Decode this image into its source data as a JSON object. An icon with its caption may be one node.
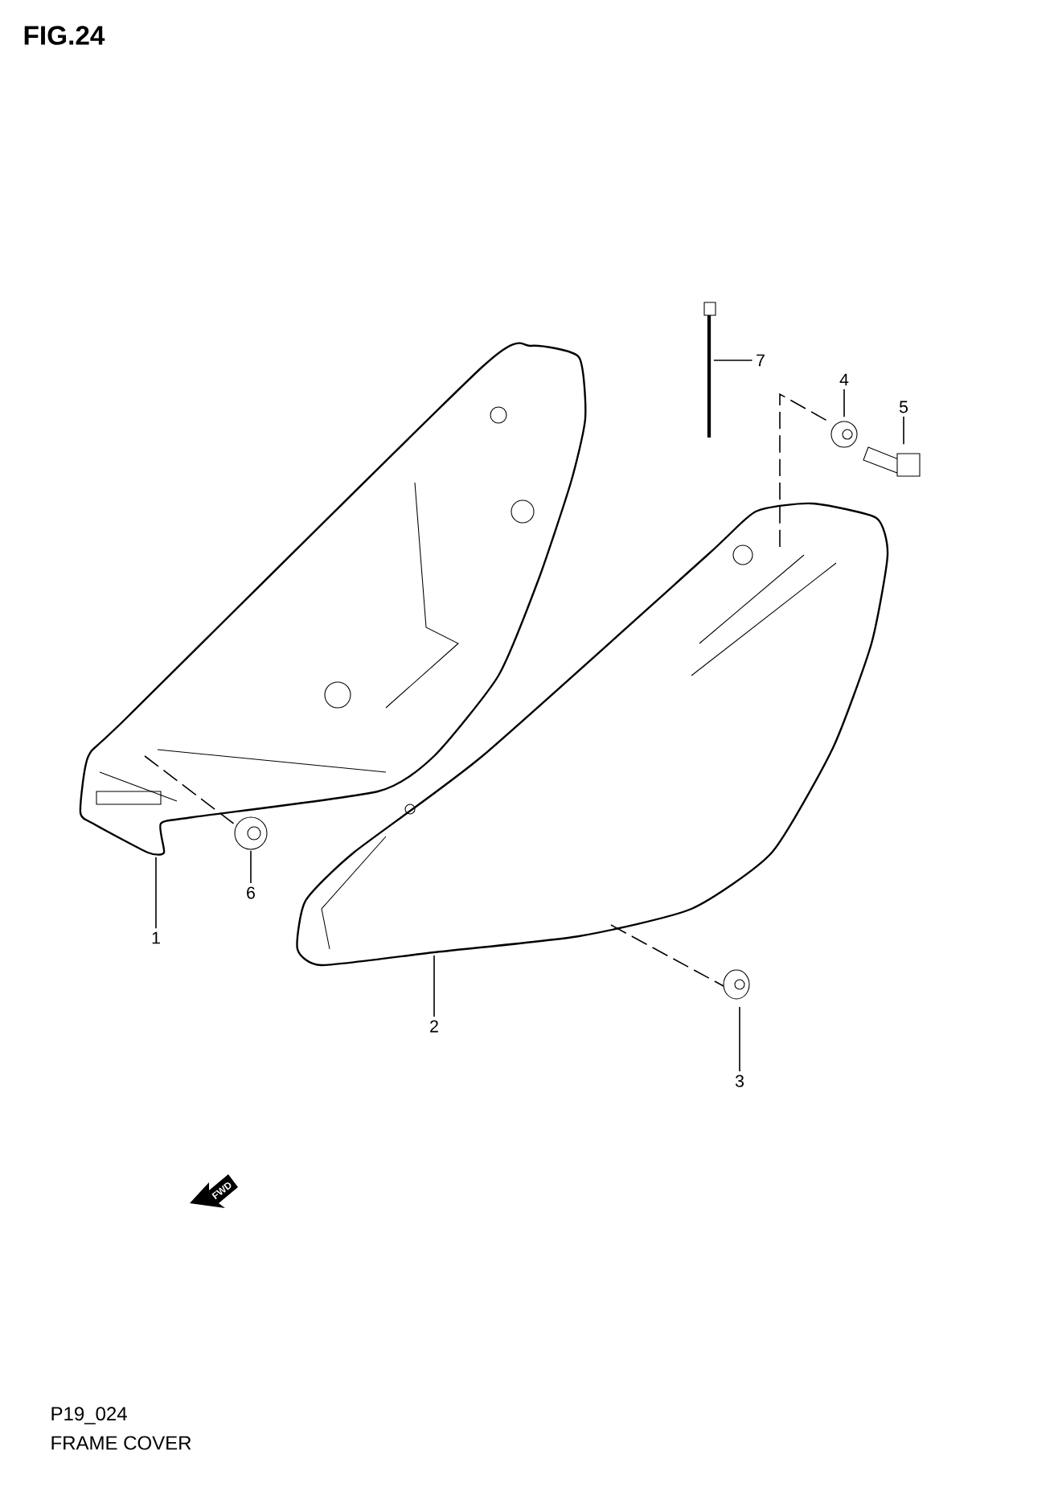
{
  "diagram": {
    "title": "FIG.24",
    "nodes": [
      {
        "text": [
          "1"
        ]
      },
      {
        "text": [],
        "shape": "picture"
      },
      {
        "text": [
          "2"
        ]
      },
      {
        "text": [],
        "shape": "picture"
      },
      {
        "text": [
          "3"
        ]
      },
      {
        "text": [],
        "shape": "picture"
      },
      {
        "text": [
          "4"
        ]
      },
      {
        "text": [],
        "shape": "picture"
      },
      {
        "text": [
          "5"
        ]
      },
      {
        "text": [],
        "shape": "picture"
      },
      {
        "text": [
          "6"
        ]
      },
      {
        "text": [],
        "shape": "picture"
      },
      {
        "text": [
          "7"
        ]
      },
      {
        "text": [],
        "shape": "picture"
      }
    ],
    "edges": [
      {
        "from": 0,
        "to": 1,
        "arrow": "none"
      },
      {
        "from": 2,
        "to": 3,
        "arrow": "none"
      },
      {
        "from": 4,
        "to": 5,
        "arrow": "none"
      },
      {
        "from": 6,
        "to": 7,
        "arrow": "none"
      },
      {
        "from": 8,
        "to": 9,
        "arrow": "none"
      },
      {
        "from": 10,
        "to": 11,
        "arrow": "none"
      },
      {
        "from": 12,
        "to": 13,
        "arrow": "none"
      },
      {
        "from": 1,
        "to": 11,
        "arrow": "none",
        "style": "dashed"
      },
      {
        "from": 3,
        "to": 5,
        "arrow": "none",
        "style": "dashed"
      },
      {
        "from": 3,
        "to": 7,
        "arrow": "none",
        "style": "dashed"
      }
    ],
    "labels": [
      "FWD",
      "P19_024",
      "FRAME COVER"
    ]
  }
}
